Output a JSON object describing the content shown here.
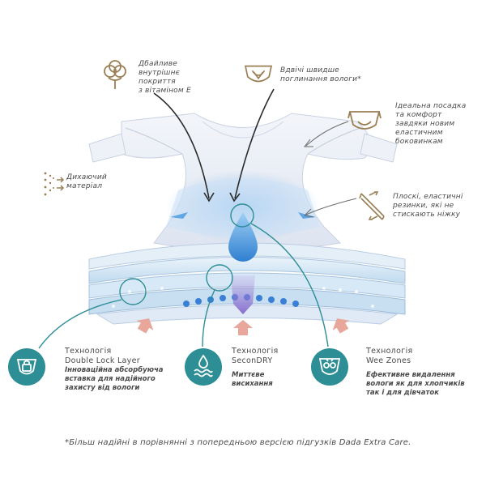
{
  "features": {
    "soft_inner": {
      "lines": [
        "Дбайливе",
        "внутрішнє",
        "покриття",
        "з вітаміном Е"
      ],
      "icon": "cotton-flower-icon"
    },
    "absorb": {
      "lines": [
        "Вдвічі швидше",
        "поглинання вологи*"
      ],
      "icon": "diaper-absorb-icon"
    },
    "fit": {
      "lines": [
        "Ідеальна посадка",
        "та комфорт",
        "завдяки новим",
        "еластичним",
        "боковинкам"
      ],
      "icon": "diaper-fit-icon"
    },
    "breathable": {
      "lines": [
        "Дихаючий",
        "матеріал"
      ],
      "icon": "breathable-material-icon"
    },
    "elastic": {
      "lines": [
        "Плоскі, еластичні",
        "резинки, які не",
        "стискають ніжку"
      ],
      "icon": "elastic-band-icon"
    }
  },
  "technologies": [
    {
      "title_lines": [
        "Технологія",
        "Double Lock Layer"
      ],
      "desc_lines": [
        "Інноваційна абсорбуюча",
        "вставка для надійного",
        "захисту від вологи"
      ],
      "icon": "double-lock-layer-icon"
    },
    {
      "title_lines": [
        "Технологія",
        "SeconDRY"
      ],
      "desc_lines": [
        "Миттєве",
        "висихання"
      ],
      "icon": "secondry-drop-icon"
    },
    {
      "title_lines": [
        "Технологія",
        "Wee Zones"
      ],
      "desc_lines": [
        "Ефективне видалення",
        "вологи як для хлопчиків",
        "так і для дівчаток"
      ],
      "icon": "wee-zones-icon"
    }
  ],
  "footnote": "*Більш надійні в порівнянні з попередньою версією підгузків Dada Extra Care.",
  "colors": {
    "teal": "#2d8e95",
    "gold": "#9a7f55",
    "arrow": "#e8a79a"
  }
}
